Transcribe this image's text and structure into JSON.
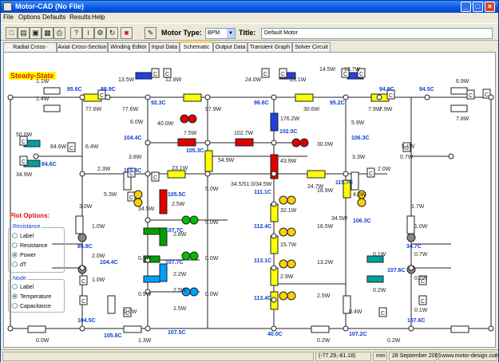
{
  "window": {
    "title": "Motor-CAD (No File)"
  },
  "menu": [
    "File",
    "Options",
    "Defaults",
    "Results",
    "Help"
  ],
  "toolbar": {
    "motor_type_label": "Motor Type:",
    "motor_type_value": "BPM",
    "title_label": "Title:",
    "title_value": "Default Motor"
  },
  "tabs": [
    "Radial Cross-Section",
    "Axial Cross-Section",
    "Winding Editor",
    "Input Data",
    "Schematic",
    "Output Data",
    "Transient Graph",
    "Solver Circuit"
  ],
  "active_tab": "Schematic",
  "schematic": {
    "mode": "Steady-State",
    "temps": [
      "85.6C",
      "88.9C",
      "92.3C",
      "96.6C",
      "95.2C",
      "94.9C",
      "94.5C",
      "104.4C",
      "105.3C",
      "102.0C",
      "106.3C",
      "84.6C",
      "115.4C",
      "105.5C",
      "111.1C",
      "115.7C",
      "106.3C",
      "107.7C",
      "112.4C",
      "85.8C",
      "104.4C",
      "107.7C",
      "113.1C",
      "34.7C",
      "107.6C",
      "113.4C",
      "104.5C",
      "105.8C",
      "107.5C",
      "40.0C",
      "107.2C",
      "107.6C"
    ],
    "powers": [
      "1.1W",
      "1.4W",
      "77.6W",
      "77.6W",
      "13.5W",
      "12.8W",
      "6.0W",
      "40.0W",
      "97.9W",
      "24.0W",
      "23.1W",
      "176.2W",
      "30.6W",
      "14.5W",
      "13.7W",
      "7.9W",
      "7.9W",
      "6.9W",
      "7.8W",
      "5.9W",
      "50.0W",
      "84.6W",
      "34.9W",
      "6.4W",
      "7.5W",
      "102.7W",
      "30.0W",
      "54.9W",
      "43.9W",
      "3.8W",
      "2.3W",
      "5.3W",
      "23.1W",
      "5.0W",
      "34.5/51.0/34.5W",
      "24.7W",
      "18.9W",
      "2.0W",
      "3.3W",
      "0.7W",
      "5.1W",
      "4.5W",
      "34.5W",
      "3.0W",
      "34.5W",
      "2.5W",
      "5.0W",
      "32.1W",
      "16.5W",
      "1.7W",
      "1.0W",
      "2.0W",
      "2.8W",
      "0.0W",
      "15.7W",
      "1.0W",
      "2.2W",
      "13.2W",
      "0.1W",
      "1.0W",
      "0.7W",
      "0.5W",
      "2.5W",
      "0.0W",
      "2.9W",
      "0.2W",
      "0.9W",
      "0.2W",
      "1.5W",
      "2.5W",
      "0.4W",
      "0.1W",
      "0.0W",
      "1.3W",
      "0.2W",
      "0.2W",
      "0.0W"
    ]
  },
  "plot_options": {
    "title": "Plot Options:",
    "resistance": {
      "title": "Resistance",
      "options": [
        "Label",
        "Resistance",
        "Power",
        "dT"
      ],
      "selected": "Power"
    },
    "node": {
      "title": "Node",
      "options": [
        "Label",
        "Temperature",
        "Capacitance"
      ],
      "selected": "Temperature"
    }
  },
  "status": {
    "coords": "(-77.29,-81.18)",
    "unit": "mm",
    "date": "28 September 2006",
    "site": "www.motor-design.com"
  },
  "colors": {
    "titlebar": "#0555e0",
    "temp_label": "#1040d0",
    "steady": "#e02000"
  }
}
